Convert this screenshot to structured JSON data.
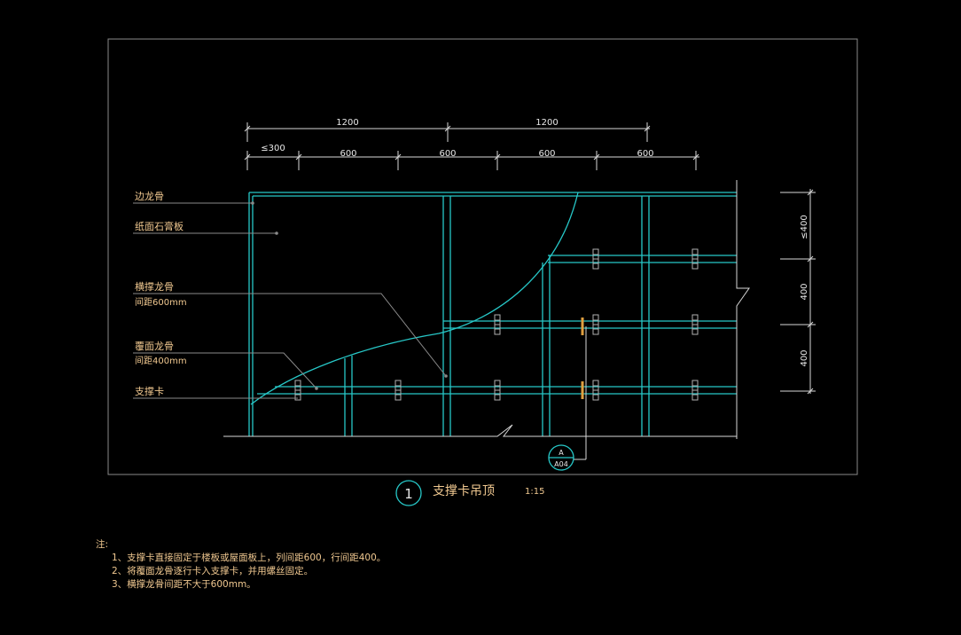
{
  "dimensions": {
    "top_row": [
      "1200",
      "1200"
    ],
    "second_row_first": "≤300",
    "second_row": [
      "600",
      "600",
      "600",
      "600"
    ],
    "right_col": [
      "≤400",
      "400",
      "400"
    ]
  },
  "labels": {
    "edge_keel": "边龙骨",
    "gypsum_board": "纸面石膏板",
    "cross_brace": "横撑龙骨",
    "cross_brace_spacing": "间距600mm",
    "cover_keel": "覆面龙骨",
    "cover_keel_spacing": "间距400mm",
    "support_clip": "支撑卡"
  },
  "detail_ref": {
    "top": "A",
    "bottom": "A04"
  },
  "title": {
    "number": "1",
    "text": "支撑卡吊顶",
    "scale": "1:15"
  },
  "notes": {
    "heading": "注:",
    "items": [
      "1、支撑卡直接固定于楼板或屋面板上，列间距600，行间距400。",
      "2、将覆面龙骨逐行卡入支撑卡，并用螺丝固定。",
      "3、横撑龙骨间距不大于600mm。"
    ]
  },
  "colors": {
    "keel": "#27c8c8",
    "label": "#f0c890",
    "dim": "#e8e8e8",
    "frame": "#8a8a8a",
    "clip_marker": "#e0a040"
  }
}
